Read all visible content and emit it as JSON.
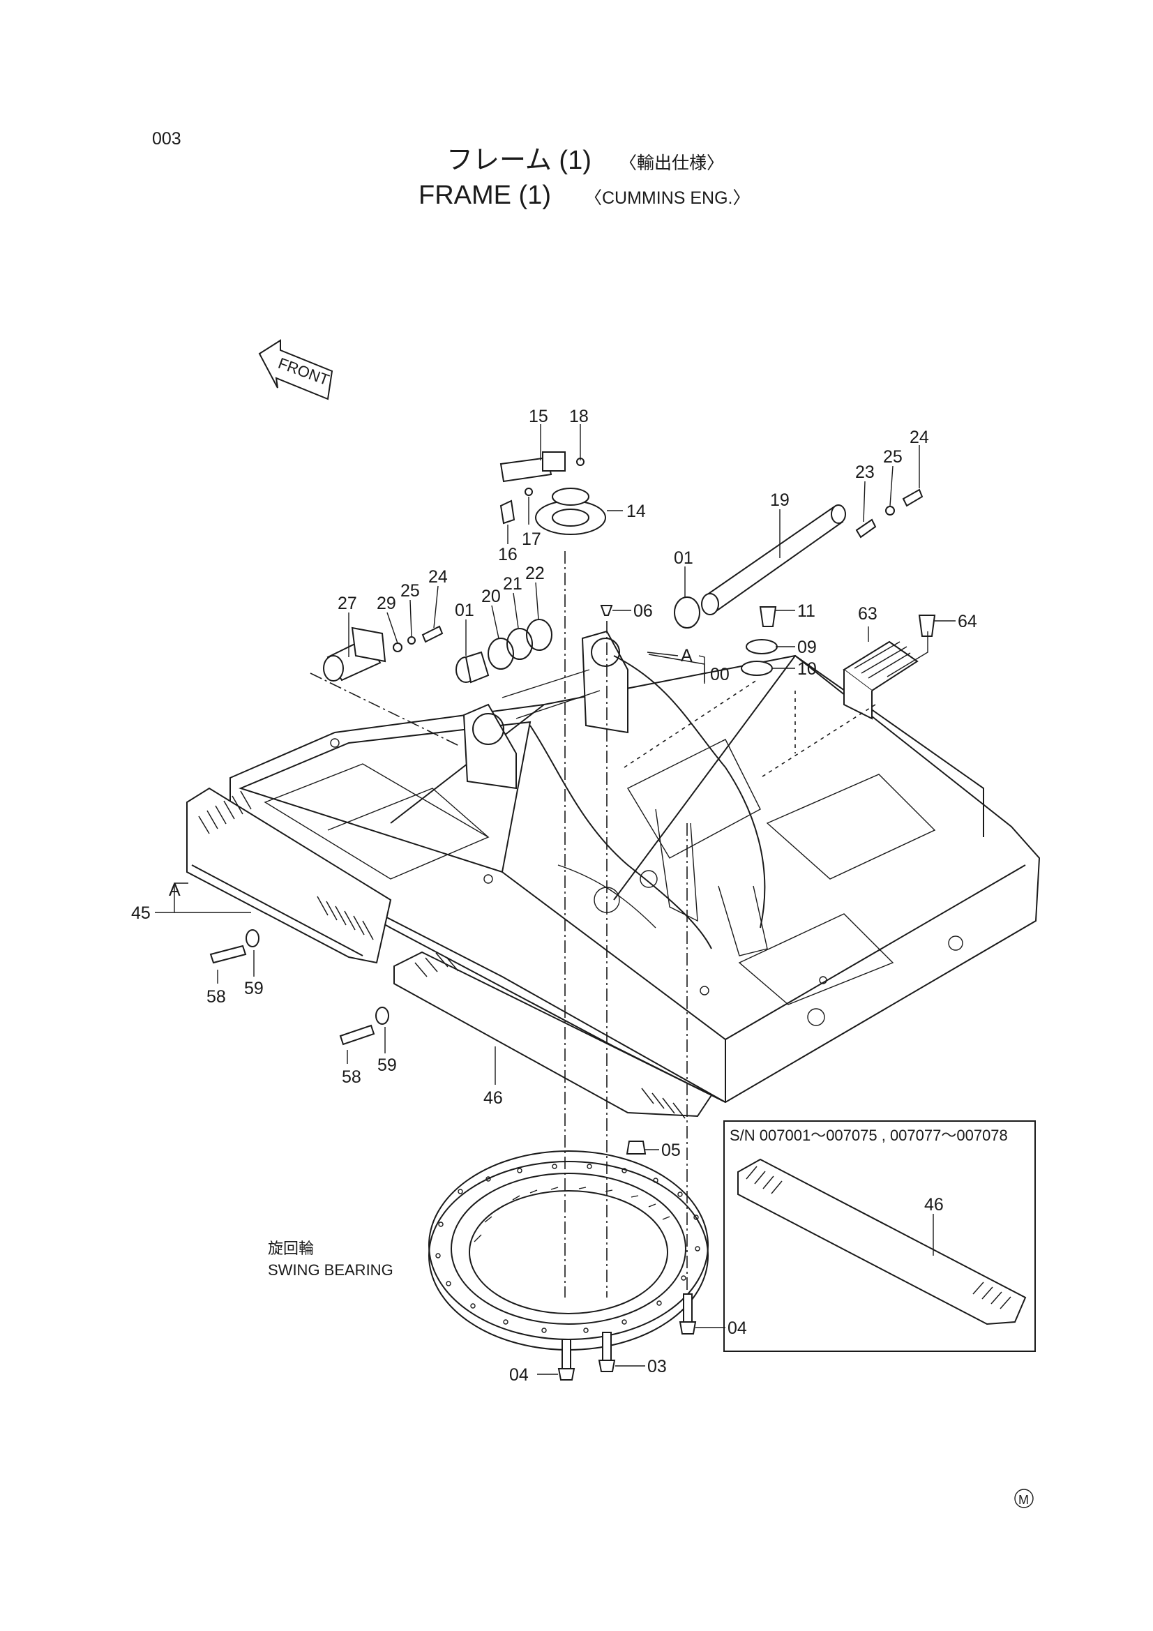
{
  "page": {
    "number": "003",
    "title_jp": "フレーム (1)",
    "title_jp_note": "〈輸出仕様〉",
    "title_en": "FRAME (1)",
    "title_en_note": "〈CUMMINS ENG.〉",
    "front_arrow": "FRONT",
    "swing_bearing_jp": "旋回輪",
    "swing_bearing_en": "SWING BEARING",
    "inset_serial": "S/N  007001～007075 , 007077～007078",
    "inset_part": "46",
    "view_mark": "A",
    "maker_mark": "M"
  },
  "callouts": [
    "15",
    "18",
    "24",
    "25",
    "23",
    "19",
    "14",
    "16",
    "17",
    "01",
    "27",
    "29",
    "25",
    "24",
    "01",
    "20",
    "21",
    "22",
    "06",
    "11",
    "63",
    "64",
    "09",
    "10",
    "00",
    "45",
    "58",
    "59",
    "58",
    "59",
    "46",
    "05",
    "04",
    "04",
    "03"
  ]
}
